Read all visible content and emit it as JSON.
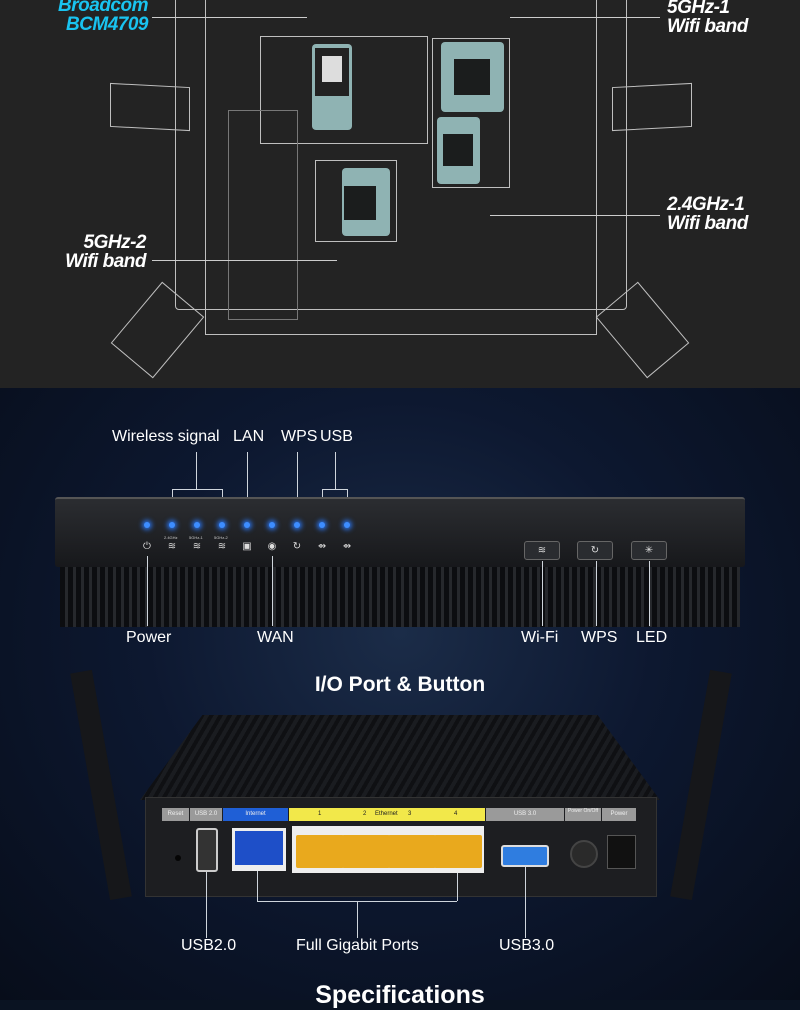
{
  "pcb": {
    "broadcom": {
      "line1": "Broadcom",
      "line2": "BCM4709"
    },
    "band_5g1": {
      "line1": "5GHz-1",
      "line2": "Wifi band"
    },
    "band_24g1": {
      "line1": "2.4GHz-1",
      "line2": "Wifi band"
    },
    "band_5g2": {
      "line1": "5GHz-2",
      "line2": "Wifi band"
    },
    "accent_color": "#19c3f0"
  },
  "front_panel": {
    "top_labels": {
      "wireless": "Wireless signal",
      "lan": "LAN",
      "wps": "WPS",
      "usb": "USB"
    },
    "led_sublabels": [
      "2.4GHz",
      "5GHz-1",
      "5GHz-2"
    ],
    "led_icons": [
      "power-icon",
      "wifi-icon",
      "wifi-icon",
      "wifi-icon",
      "lan-icon",
      "wan-icon",
      "wps-icon",
      "usb-icon",
      "usb-icon"
    ],
    "buttons": [
      "wifi-button",
      "wps-button",
      "led-button"
    ],
    "bottom_labels": {
      "power": "Power",
      "wan": "WAN",
      "wifi": "Wi-Fi",
      "wps": "WPS",
      "led": "LED"
    }
  },
  "section_title": "I/O Port & Button",
  "rear_panel": {
    "strip": {
      "reset": "Reset",
      "usb2": "USB 2.0",
      "internet": "Internet",
      "p1": "1",
      "p2": "2",
      "ethernet": "Ethernet",
      "p3": "3",
      "p4": "4",
      "usb3": "USB 3.0",
      "power_onoff": "Power On/Off",
      "power": "Power"
    },
    "labels": {
      "usb2": "USB2.0",
      "gigabit": "Full Gigabit Ports",
      "usb3": "USB3.0"
    },
    "colors": {
      "internet": "#1f5fd6",
      "ethernet": "#f2e84a"
    }
  },
  "next_title": "Specifications"
}
